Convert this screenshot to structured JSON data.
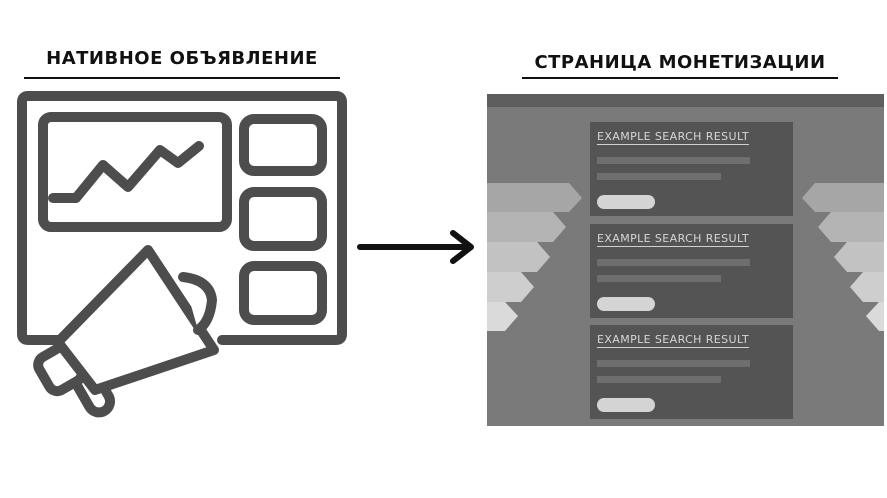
{
  "left_section": {
    "title": "НАТИВНОЕ ОБЪЯВЛЕНИЕ",
    "icon": "native-ad-megaphone-icon"
  },
  "connector": {
    "icon": "arrow-right-icon"
  },
  "right_section": {
    "title": "СТРАНИЦА МОНЕТИЗАЦИИ",
    "results": [
      {
        "title": "EXAMPLE SEARCH RESULT"
      },
      {
        "title": "EXAMPLE SEARCH RESULT"
      },
      {
        "title": "EXAMPLE SEARCH RESULT"
      }
    ]
  },
  "colors": {
    "ink": "#111111",
    "icon_stroke": "#4d4d4d",
    "panel_bg": "#7a7a7a",
    "card_bg": "#545454"
  }
}
